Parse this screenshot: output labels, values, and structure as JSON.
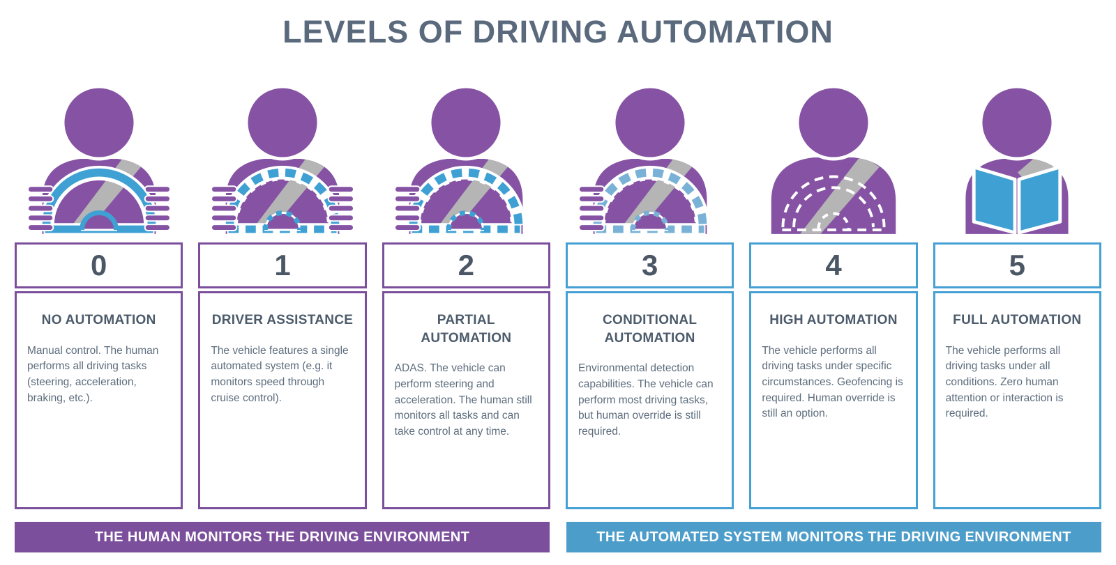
{
  "page": {
    "title": "LEVELS OF DRIVING AUTOMATION"
  },
  "colors": {
    "human_purple": "#7b4f9c",
    "automated_blue": "#4d9dca",
    "icon_person_purple": "#8653a4",
    "icon_wheel_blue": "#3fa0d4",
    "seatbelt_gray": "#b5b5b5",
    "heading_text": "#5a6a7c",
    "body_text": "#5d6d7d"
  },
  "levels": [
    {
      "number": "0",
      "title": "NO AUTOMATION",
      "description": "Manual control. The human performs all driving tasks (steering, acceleration, braking, etc.).",
      "group": "human",
      "icon": "driver-solid-wheel-two-hands-icon"
    },
    {
      "number": "1",
      "title": "DRIVER ASSISTANCE",
      "description": "The vehicle features a single automated system (e.g. it monitors speed through cruise control).",
      "group": "human",
      "icon": "driver-dashed-wheel-two-hands-icon"
    },
    {
      "number": "2",
      "title": "PARTIAL AUTOMATION",
      "description": "ADAS. The vehicle can perform steering and acceleration. The human still monitors all tasks and can take control at any time.",
      "group": "human",
      "icon": "driver-dashed-wheel-one-hand-icon"
    },
    {
      "number": "3",
      "title": "CONDITIONAL AUTOMATION",
      "description": "Environmental detection capabilities. The vehicle can perform most driving tasks, but human override is still required.",
      "group": "automated",
      "icon": "driver-faded-dashed-wheel-one-hand-icon"
    },
    {
      "number": "4",
      "title": "HIGH AUTOMATION",
      "description": "The vehicle performs all driving tasks under specific circumstances. Geofencing is required. Human override is still an option.",
      "group": "automated",
      "icon": "driver-hands-free-ghost-wheel-icon"
    },
    {
      "number": "5",
      "title": "FULL AUTOMATION",
      "description": "The vehicle performs all driving tasks under all conditions. Zero human attention or interaction is required.",
      "group": "automated",
      "icon": "passenger-reading-book-icon"
    }
  ],
  "banners": [
    {
      "label": "THE HUMAN MONITORS THE DRIVING ENVIRONMENT",
      "color": "#7b4f9c"
    },
    {
      "label": "THE AUTOMATED SYSTEM MONITORS THE DRIVING ENVIRONMENT",
      "color": "#4d9dca"
    }
  ]
}
